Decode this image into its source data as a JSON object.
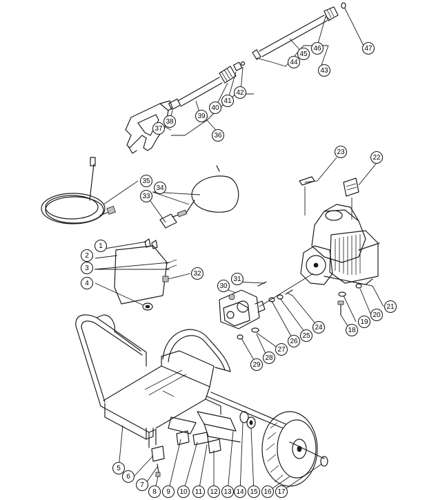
{
  "diagram": {
    "callouts": [
      {
        "label": "1"
      },
      {
        "label": "2"
      },
      {
        "label": "3"
      },
      {
        "label": "4"
      },
      {
        "label": "5"
      },
      {
        "label": "6"
      },
      {
        "label": "7"
      },
      {
        "label": "8"
      },
      {
        "label": "9"
      },
      {
        "label": "10"
      },
      {
        "label": "11"
      },
      {
        "label": "12"
      },
      {
        "label": "13"
      },
      {
        "label": "14"
      },
      {
        "label": "15"
      },
      {
        "label": "16"
      },
      {
        "label": "17"
      },
      {
        "label": "18"
      },
      {
        "label": "19"
      },
      {
        "label": "20"
      },
      {
        "label": "21"
      },
      {
        "label": "22"
      },
      {
        "label": "23"
      },
      {
        "label": "24"
      },
      {
        "label": "25"
      },
      {
        "label": "26"
      },
      {
        "label": "27"
      },
      {
        "label": "28"
      },
      {
        "label": "29"
      },
      {
        "label": "30"
      },
      {
        "label": "31"
      },
      {
        "label": "32"
      },
      {
        "label": "33"
      },
      {
        "label": "34"
      },
      {
        "label": "35"
      },
      {
        "label": "36"
      },
      {
        "label": "37"
      },
      {
        "label": "38"
      },
      {
        "label": "39"
      },
      {
        "label": "40"
      },
      {
        "label": "41"
      },
      {
        "label": "42"
      },
      {
        "label": "43"
      },
      {
        "label": "44"
      },
      {
        "label": "45"
      },
      {
        "label": "46"
      },
      {
        "label": "47"
      }
    ],
    "line_color": "#1a1a1a",
    "background": "#ffffff"
  }
}
